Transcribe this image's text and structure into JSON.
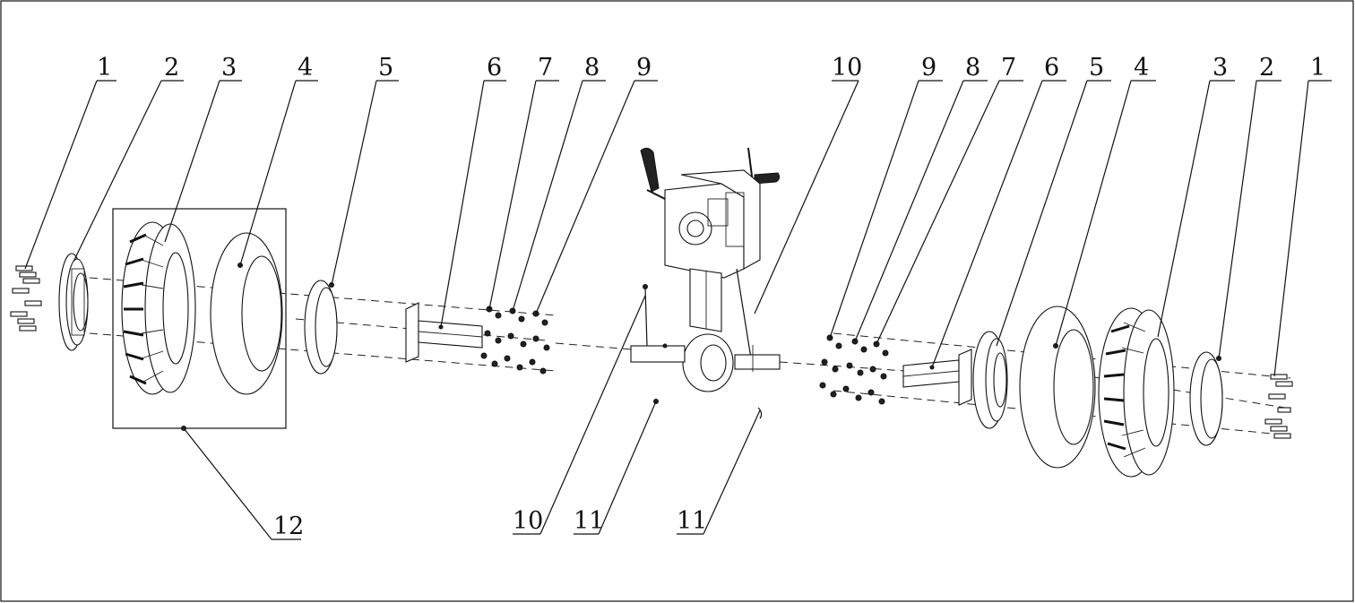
{
  "diagram": {
    "left_callouts": [
      "1",
      "2",
      "3",
      "4",
      "5",
      "6",
      "7",
      "8",
      "9"
    ],
    "right_callouts": [
      "10",
      "9",
      "8",
      "7",
      "6",
      "5",
      "4",
      "3",
      "2",
      "1"
    ],
    "bottom_callouts": [
      "12",
      "10",
      "11",
      "11"
    ]
  }
}
